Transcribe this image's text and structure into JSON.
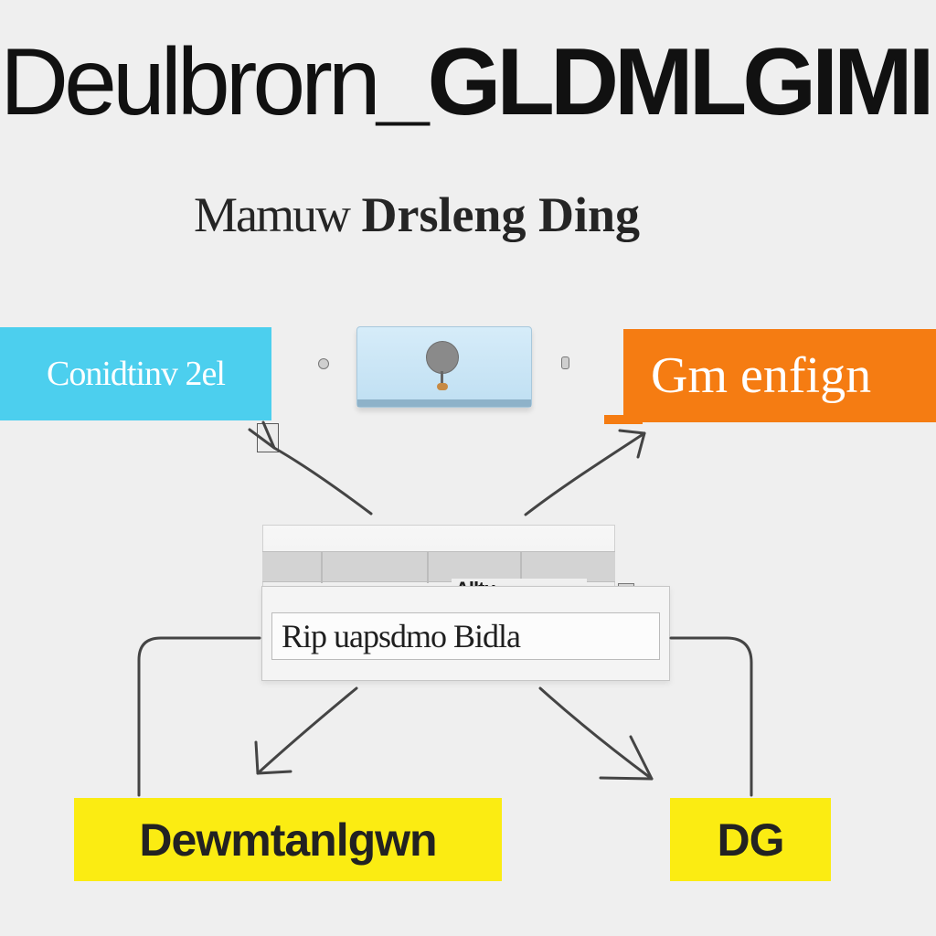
{
  "title": {
    "part_a": "Deulbrorn",
    "part_dash": "_",
    "part_b": "GLDMLGIMI"
  },
  "subtitle": {
    "part_a": "Mamuw",
    "part_b": "Drsleng Ding"
  },
  "boxes": {
    "top_left": "Conidtinv 2el",
    "top_right": "Gm enfign",
    "tray_tab": "Alltu",
    "tray_label": "Rip uapsdmo Bidla",
    "bottom_left": "Dewmtanlgwn",
    "bottom_right": "DG"
  },
  "colors": {
    "background": "#efefef",
    "cyan": "#4ccfee",
    "orange": "#f57c12",
    "yellow": "#fbec12",
    "text_dark": "#111111",
    "line": "#444444",
    "card_blue": "#cde7f6"
  },
  "icons": {
    "center_card": "device-card-icon",
    "knob": "knob-icon",
    "left_dot": "small-dot-icon",
    "right_dot": "small-pin-icon",
    "small_left": "mini-box-icon",
    "small_right": "connector-icon"
  }
}
